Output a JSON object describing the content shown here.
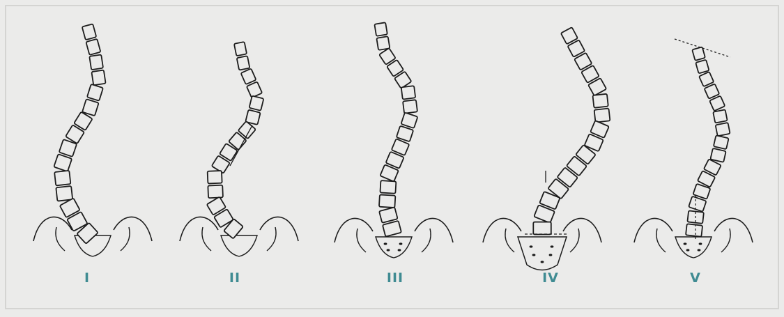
{
  "figure": {
    "colors": {
      "background": "#ebebea",
      "frame": "#d4d4d2",
      "ink": "#1c1c1c",
      "label": "#3f8b92"
    },
    "panels": [
      {
        "id": "type-1",
        "label": "I"
      },
      {
        "id": "type-2",
        "label": "II"
      },
      {
        "id": "type-3",
        "label": "III"
      },
      {
        "id": "type-4",
        "label": "IV"
      },
      {
        "id": "type-5",
        "label": "V"
      }
    ]
  }
}
